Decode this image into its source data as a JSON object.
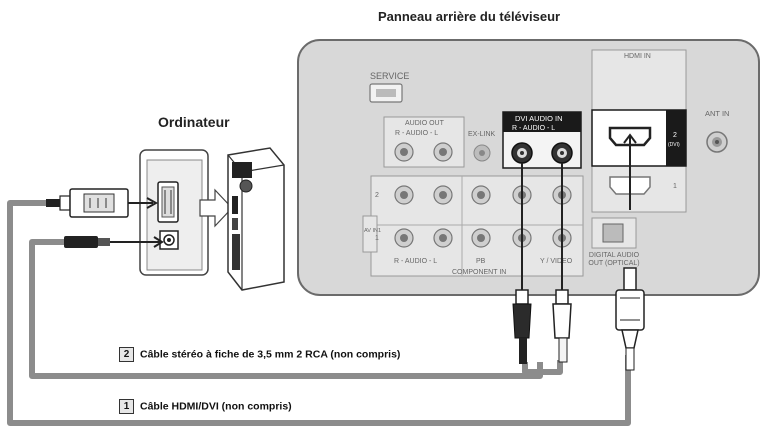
{
  "titles": {
    "tv_rear": "Panneau arrière du téléviseur",
    "computer": "Ordinateur"
  },
  "tv_labels": {
    "service": "SERVICE",
    "audio_out": "AUDIO OUT",
    "audio_out_lr": "R - AUDIO - L",
    "ex_link": "EX-LINK",
    "dvi_audio_in": "DVI AUDIO IN",
    "dvi_audio_lr": "R - AUDIO - L",
    "hdmi_in": "HDMI IN",
    "hdmi_port2": "2",
    "hdmi_port2_sub": "(DVI)",
    "hdmi_port1": "1",
    "ant_in": "ANT IN",
    "av_in": "AV IN1",
    "row2": "2",
    "row1": "1",
    "component_audio": "R - AUDIO - L",
    "component_pb": "PB",
    "component_video": "Y / VIDEO",
    "component_in": "COMPONENT IN",
    "digital_audio_out": "DIGITAL AUDIO OUT (OPTICAL)"
  },
  "cables": [
    {
      "number": "2",
      "label": "Câble stéréo à fiche de 3,5 mm 2 RCA (non compris)"
    },
    {
      "number": "1",
      "label": "Câble HDMI/DVI (non compris)"
    }
  ],
  "colors": {
    "tv_panel": "#d8d8d8",
    "panel_border": "#6b6b6b",
    "cable": "#8c8c8c",
    "highlight_box": "#1a1a1a"
  }
}
